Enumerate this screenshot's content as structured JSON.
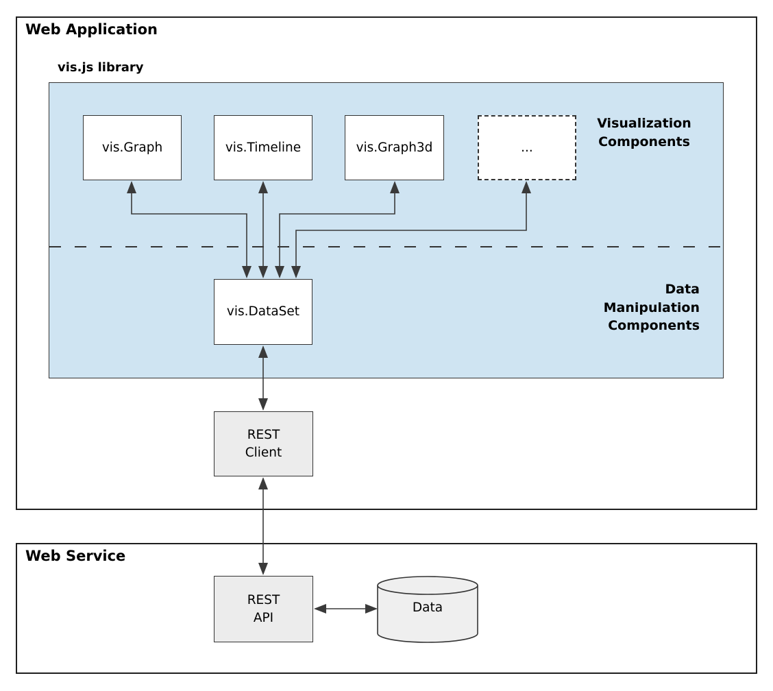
{
  "colors": {
    "panel_blue": "#cfe4f2",
    "node_gray": "#ececec",
    "node_white": "#ffffff",
    "node_border": "#333333",
    "outer_border": "#1f1f1f",
    "connector": "#3a3a3a",
    "background": "#ffffff"
  },
  "web_application": {
    "title": "Web Application",
    "vis_library": {
      "title": "vis.js library",
      "visualization_label": "Visualization\nComponents",
      "data_manipulation_label": "Data\nManipulation\nComponents",
      "nodes": {
        "vis_graph": "vis.Graph",
        "vis_timeline": "vis.Timeline",
        "vis_graph3d": "vis.Graph3d",
        "more": "...",
        "vis_dataset": "vis.DataSet"
      }
    },
    "rest_client": "REST\nClient"
  },
  "web_service": {
    "title": "Web Service",
    "rest_api": "REST\nAPI",
    "data_store": "Data"
  }
}
